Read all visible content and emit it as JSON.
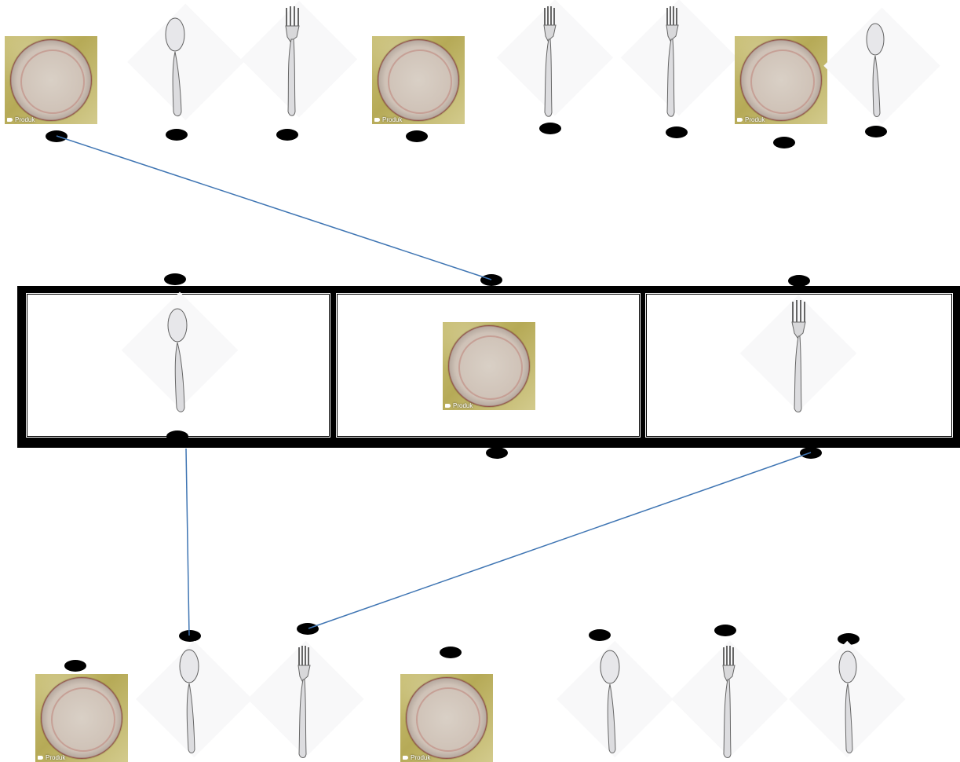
{
  "plate_tag": "Produk",
  "top_row": [
    "plate",
    "spoon",
    "fork",
    "plate",
    "fork",
    "fork",
    "plate",
    "spoon"
  ],
  "slots": [
    "spoon",
    "plate",
    "fork"
  ],
  "bottom_row": [
    "plate",
    "spoon",
    "fork",
    "plate",
    "spoon",
    "fork",
    "spoon"
  ],
  "connections": [
    {
      "from": "top-row item 1",
      "to": "slot 2 top"
    },
    {
      "from": "slot 1 bottom",
      "to": "bottom-row item 2"
    },
    {
      "from": "slot 3 bottom",
      "to": "bottom-row item 3"
    }
  ],
  "colors": {
    "line": "#3f75b3",
    "marker": "#000000",
    "frame": "#000000"
  }
}
